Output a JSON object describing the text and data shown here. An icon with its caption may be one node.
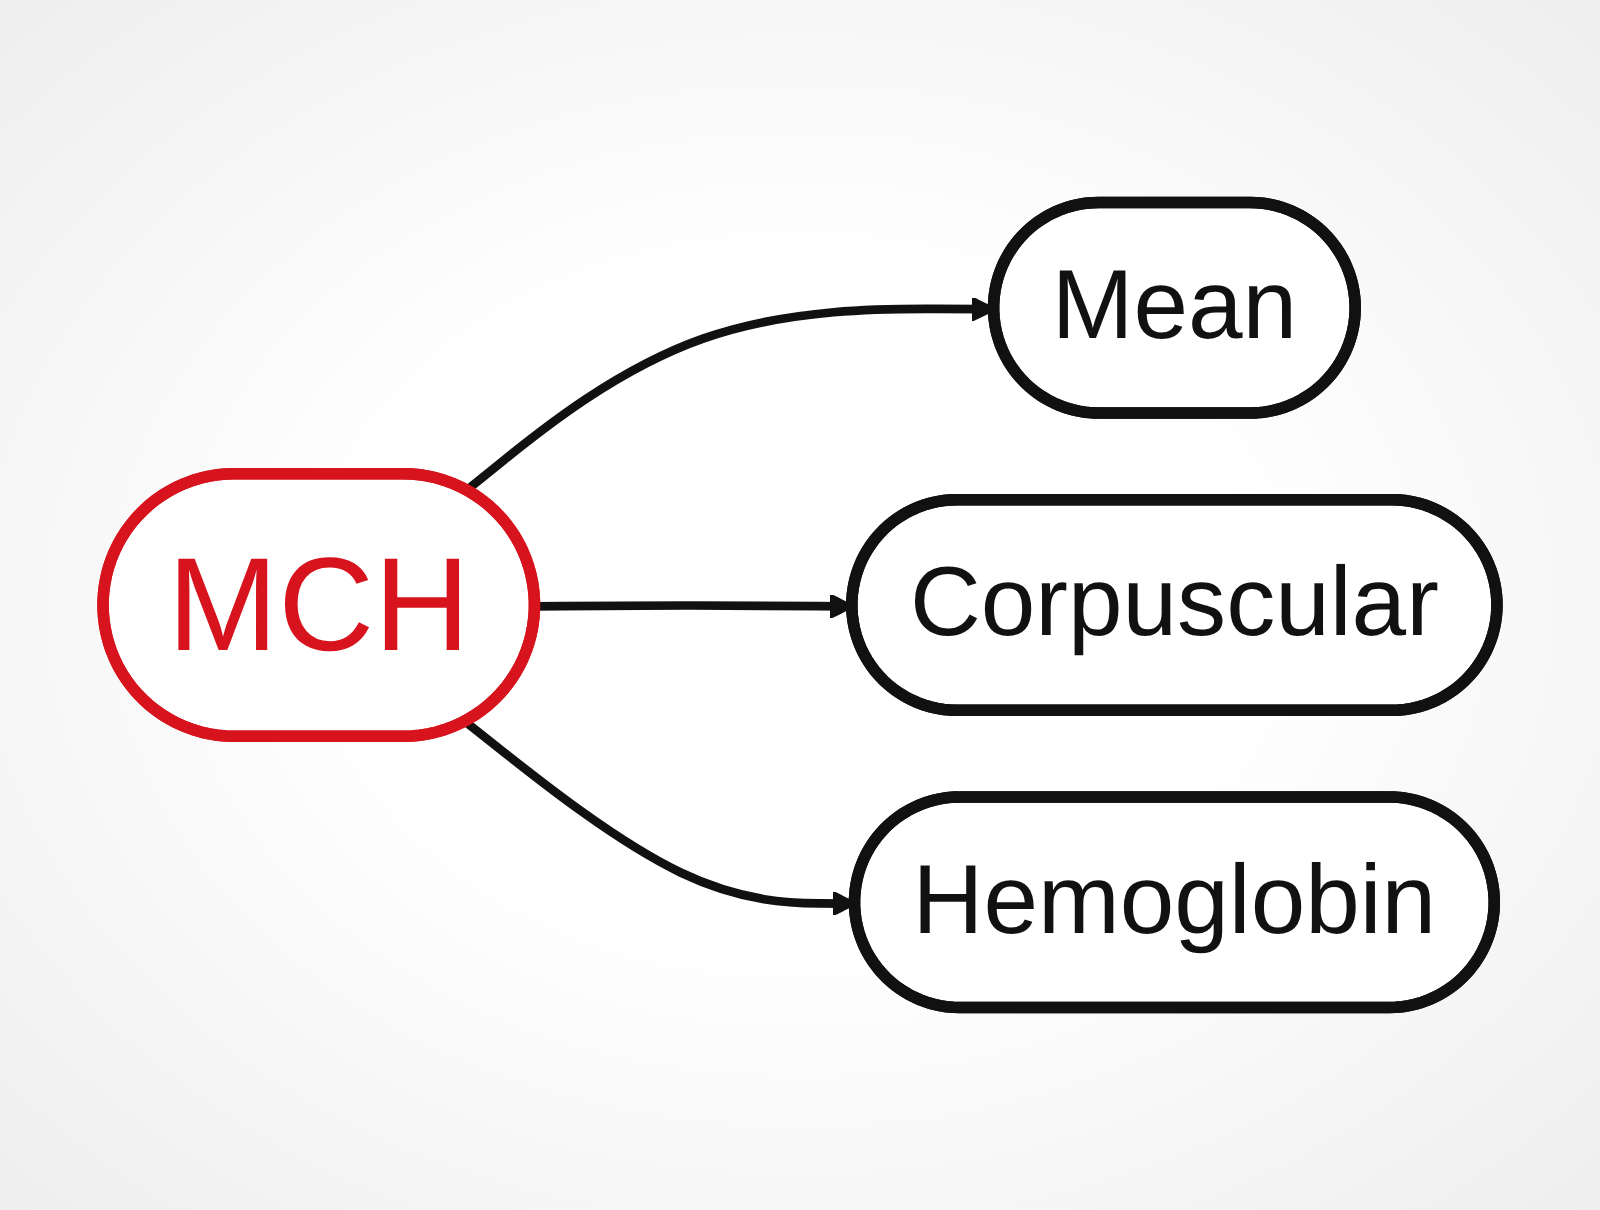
{
  "diagram": {
    "nodes": [
      {
        "text": [
          "MCH"
        ]
      },
      {
        "text": [
          "Mean"
        ]
      },
      {
        "text": [
          "Corpuscular"
        ]
      },
      {
        "text": [
          "Hemoglobin"
        ]
      }
    ],
    "edges": [
      {
        "from": 0,
        "to": 1,
        "arrow": "to"
      },
      {
        "from": 0,
        "to": 2,
        "arrow": "to"
      },
      {
        "from": 0,
        "to": 3,
        "arrow": "to"
      }
    ]
  }
}
